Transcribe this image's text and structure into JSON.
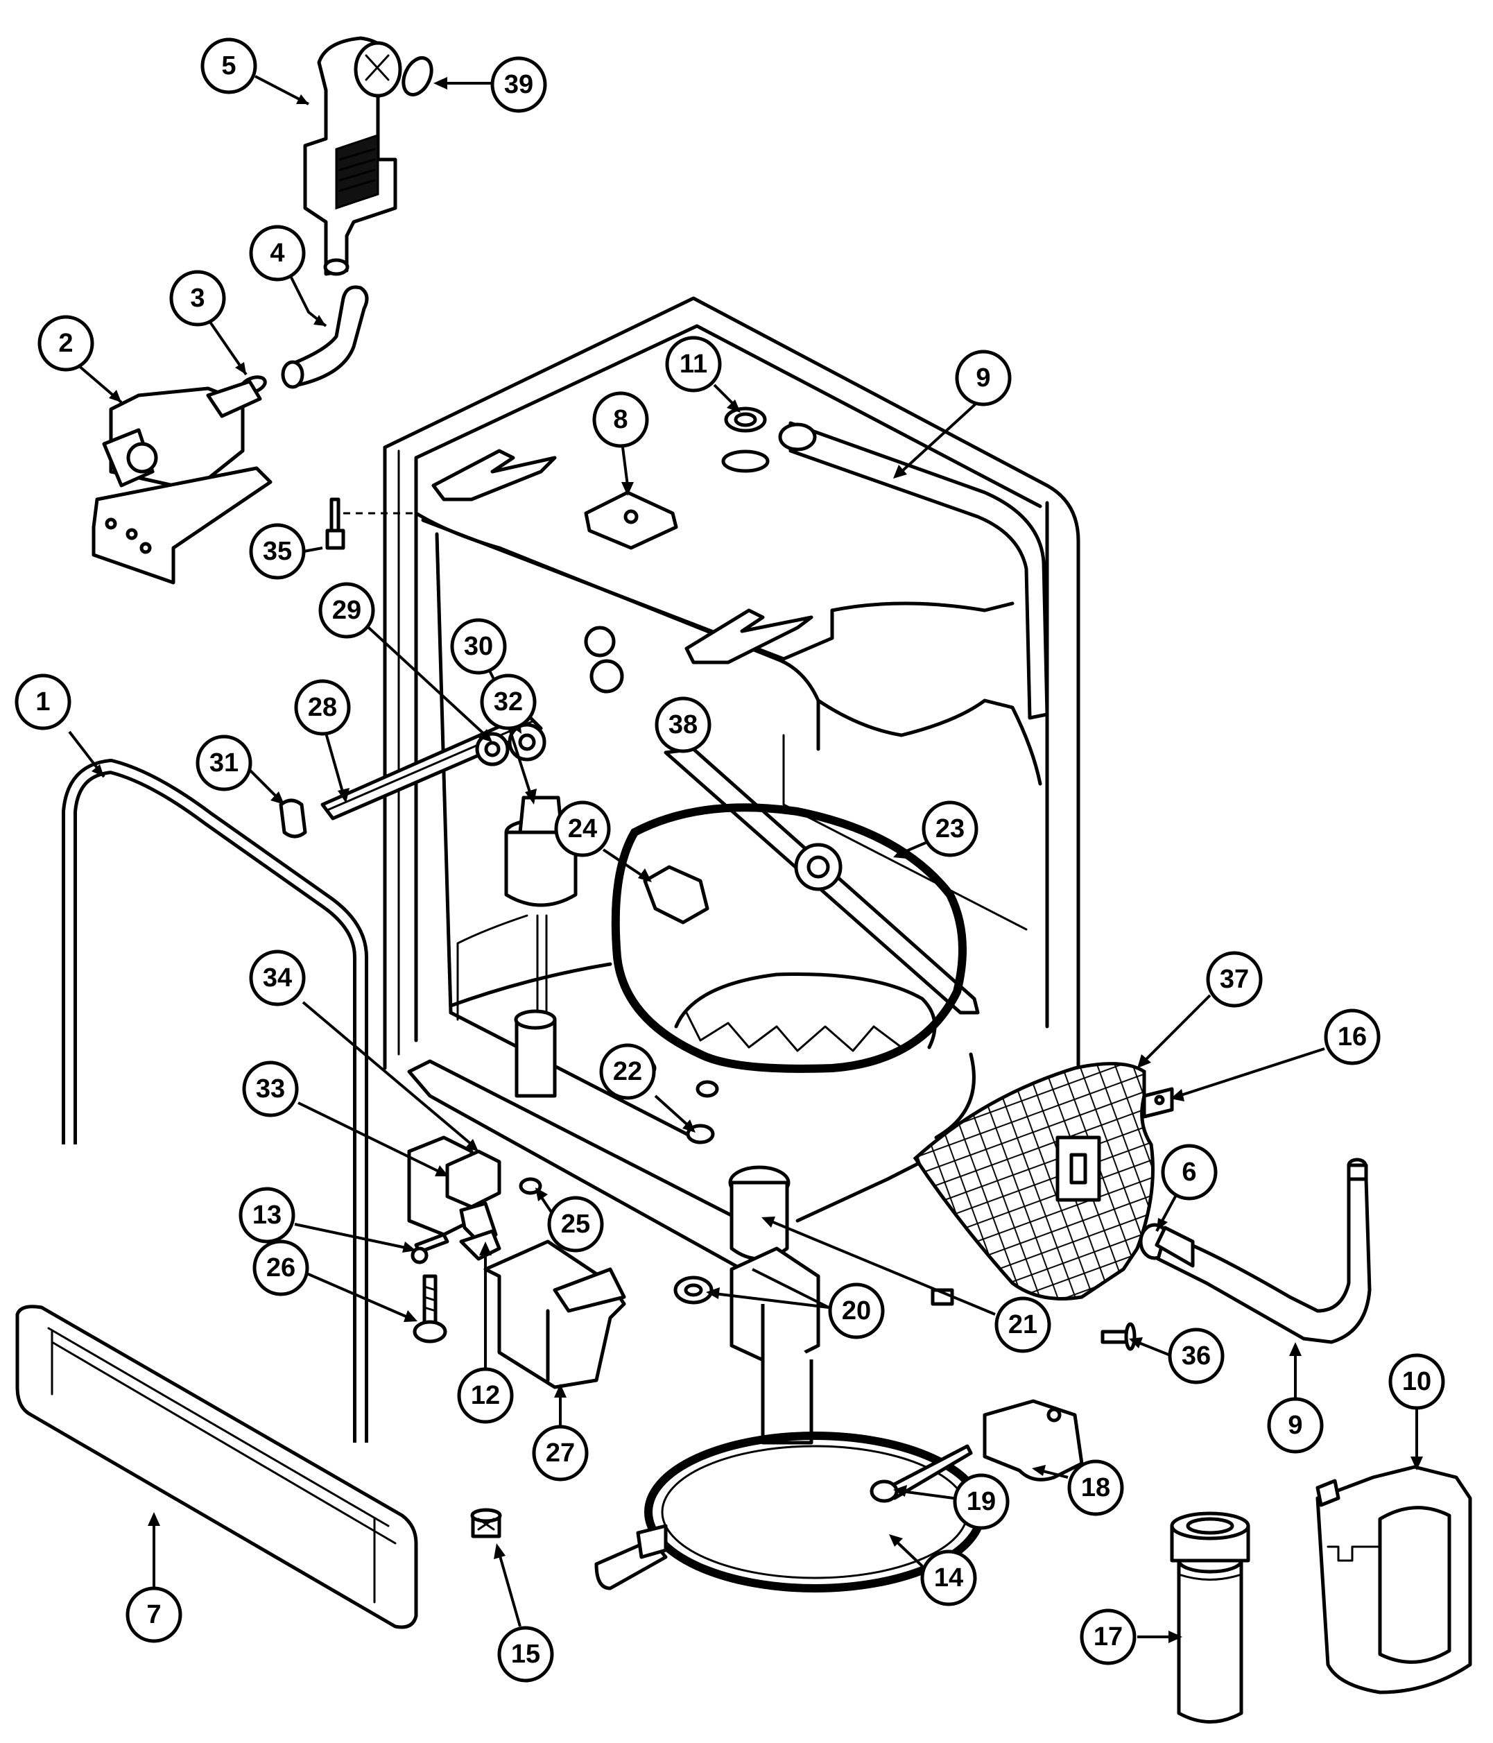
{
  "callouts": [
    {
      "id": "c1",
      "label": "1"
    },
    {
      "id": "c2",
      "label": "2"
    },
    {
      "id": "c3",
      "label": "3"
    },
    {
      "id": "c4",
      "label": "4"
    },
    {
      "id": "c5",
      "label": "5"
    },
    {
      "id": "c6",
      "label": "6"
    },
    {
      "id": "c7",
      "label": "7"
    },
    {
      "id": "c8",
      "label": "8"
    },
    {
      "id": "c9a",
      "label": "9"
    },
    {
      "id": "c9b",
      "label": "9"
    },
    {
      "id": "c10",
      "label": "10"
    },
    {
      "id": "c11",
      "label": "11"
    },
    {
      "id": "c12",
      "label": "12"
    },
    {
      "id": "c13",
      "label": "13"
    },
    {
      "id": "c14",
      "label": "14"
    },
    {
      "id": "c15",
      "label": "15"
    },
    {
      "id": "c16",
      "label": "16"
    },
    {
      "id": "c17",
      "label": "17"
    },
    {
      "id": "c18",
      "label": "18"
    },
    {
      "id": "c19",
      "label": "19"
    },
    {
      "id": "c20",
      "label": "20"
    },
    {
      "id": "c21",
      "label": "21"
    },
    {
      "id": "c22",
      "label": "22"
    },
    {
      "id": "c23",
      "label": "23"
    },
    {
      "id": "c24",
      "label": "24"
    },
    {
      "id": "c25",
      "label": "25"
    },
    {
      "id": "c26",
      "label": "26"
    },
    {
      "id": "c27",
      "label": "27"
    },
    {
      "id": "c28",
      "label": "28"
    },
    {
      "id": "c29",
      "label": "29"
    },
    {
      "id": "c30",
      "label": "30"
    },
    {
      "id": "c31",
      "label": "31"
    },
    {
      "id": "c32",
      "label": "32"
    },
    {
      "id": "c33",
      "label": "33"
    },
    {
      "id": "c34",
      "label": "34"
    },
    {
      "id": "c35",
      "label": "35"
    },
    {
      "id": "c36",
      "label": "36"
    },
    {
      "id": "c37",
      "label": "37"
    },
    {
      "id": "c38",
      "label": "38"
    },
    {
      "id": "c39",
      "label": "39"
    }
  ]
}
